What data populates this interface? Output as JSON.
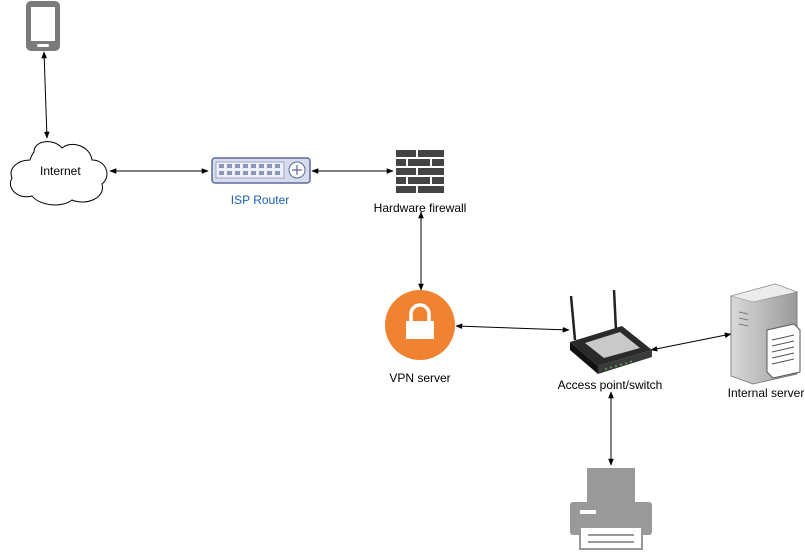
{
  "nodes": {
    "phone": {
      "label": "",
      "icon": "smartphone-icon"
    },
    "internet": {
      "label": "Internet",
      "icon": "cloud-icon"
    },
    "isp_router": {
      "label": "ISP Router",
      "icon": "router-icon",
      "label_color": "#1a5fb4"
    },
    "firewall": {
      "label": "Hardware firewall",
      "icon": "brick-wall-icon"
    },
    "vpn_server": {
      "label": "VPN server",
      "icon": "lock-icon",
      "color": "#f08332"
    },
    "access_point": {
      "label": "Access point/switch",
      "icon": "wireless-router-icon"
    },
    "internal_server": {
      "label": "Internal server",
      "icon": "server-icon"
    },
    "printer": {
      "label": "",
      "icon": "printer-icon"
    }
  },
  "edges": [
    {
      "from": "phone",
      "to": "internet",
      "bidirectional": true
    },
    {
      "from": "internet",
      "to": "isp_router",
      "bidirectional": true
    },
    {
      "from": "isp_router",
      "to": "firewall",
      "bidirectional": true
    },
    {
      "from": "firewall",
      "to": "vpn_server",
      "bidirectional": true
    },
    {
      "from": "vpn_server",
      "to": "access_point",
      "bidirectional": true
    },
    {
      "from": "access_point",
      "to": "internal_server",
      "bidirectional": true
    },
    {
      "from": "access_point",
      "to": "printer",
      "bidirectional": true
    }
  ],
  "colors": {
    "edge": "#000000",
    "icon_gray": "#8a8a8a",
    "router_blue": "#1a5fb4"
  }
}
